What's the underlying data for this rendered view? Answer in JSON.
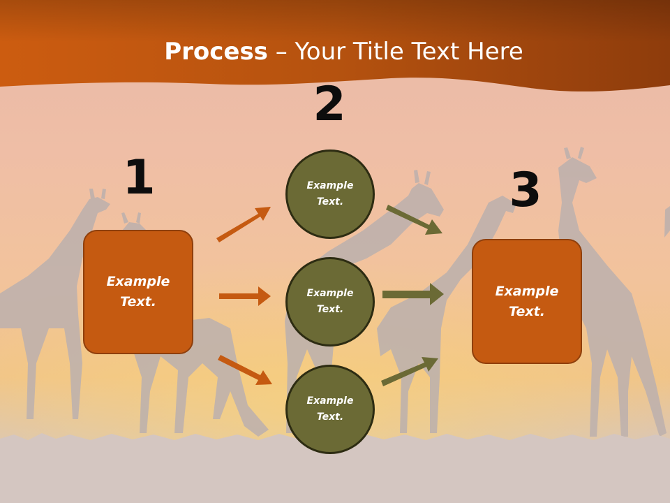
{
  "slide": {
    "title_bold": "Process",
    "title_rest": " – Your Title Text Here",
    "colors": {
      "header": "#b8520f",
      "box_fill": "#c55a11",
      "circle_fill": "#6b6a35",
      "orange_arrow": "#c55a11",
      "olive_arrow": "#6b6a35"
    }
  },
  "steps": {
    "num1": "1",
    "num2": "2",
    "num3": "3",
    "box1": "Example Text.",
    "box3": "Example Text.",
    "circles": [
      {
        "text": "Example Text."
      },
      {
        "text": "Example Text."
      },
      {
        "text": "Example Text."
      }
    ]
  }
}
